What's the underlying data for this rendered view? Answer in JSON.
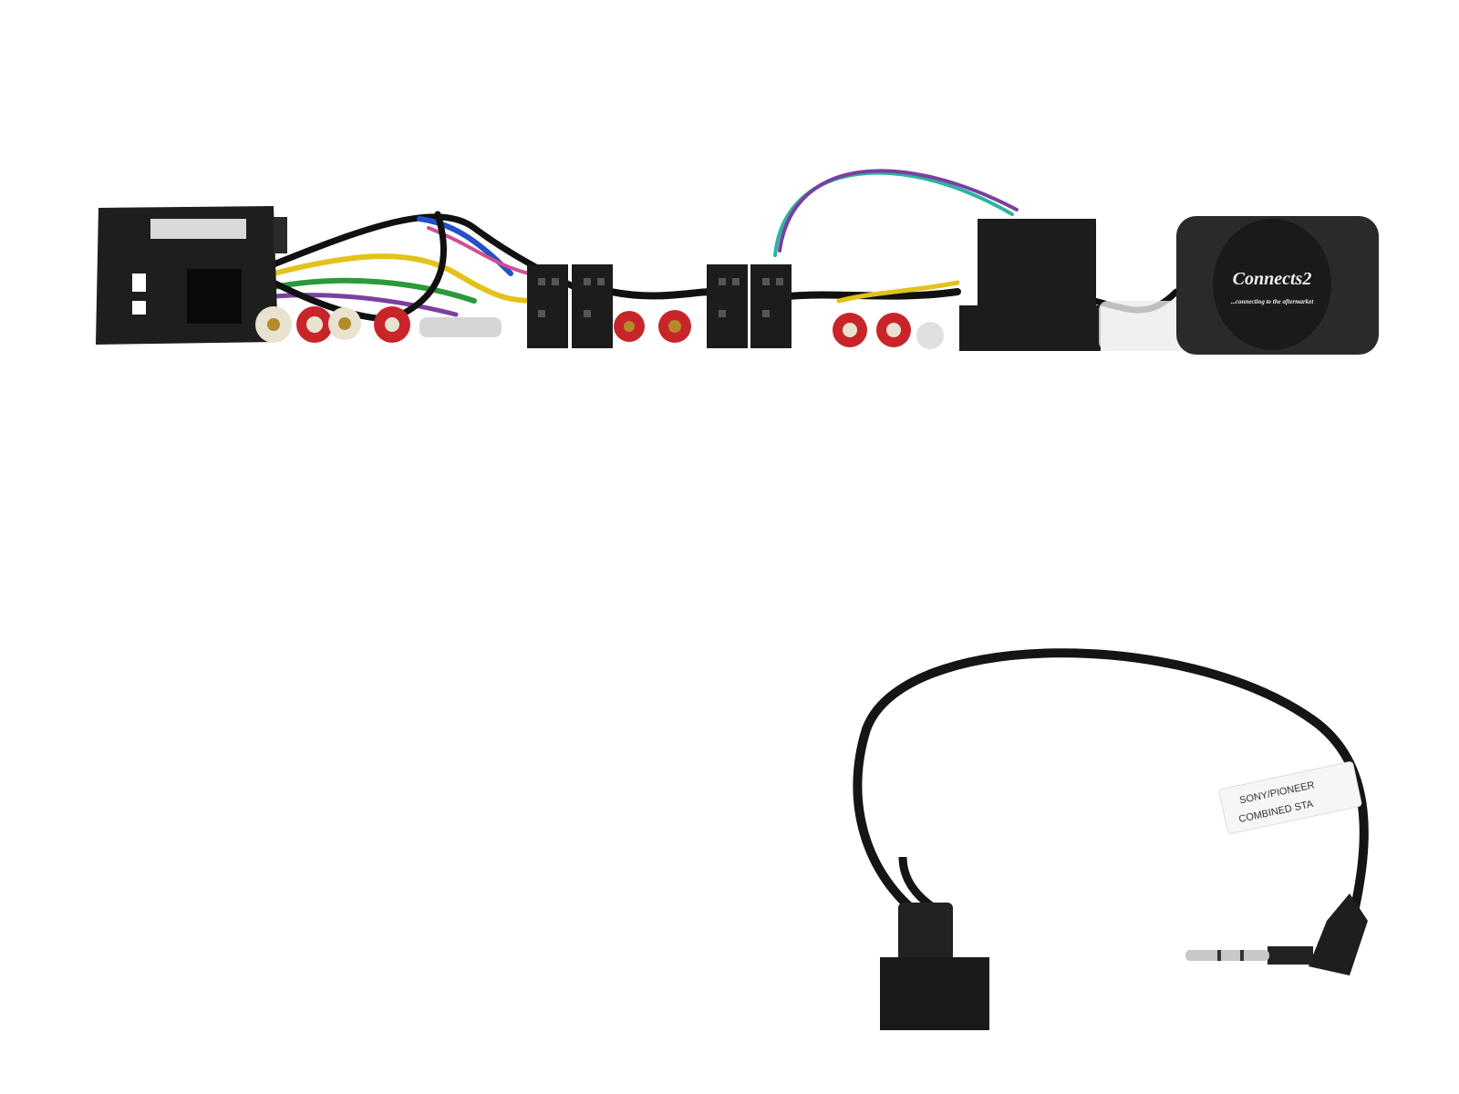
{
  "product": {
    "interface_logo": "Connects2",
    "interface_tagline": "...connecting to the aftermarket",
    "cable_label_line1": "SONY/PIONEER",
    "cable_label_line2": "COMBINED STA"
  },
  "colors": {
    "background": "#ffffff",
    "plastic": "#1c1c1c",
    "interface_box": "#2a2a2a",
    "rca_red": "#c8252a",
    "rca_white": "#e8e2d0",
    "cable": "#151515"
  }
}
